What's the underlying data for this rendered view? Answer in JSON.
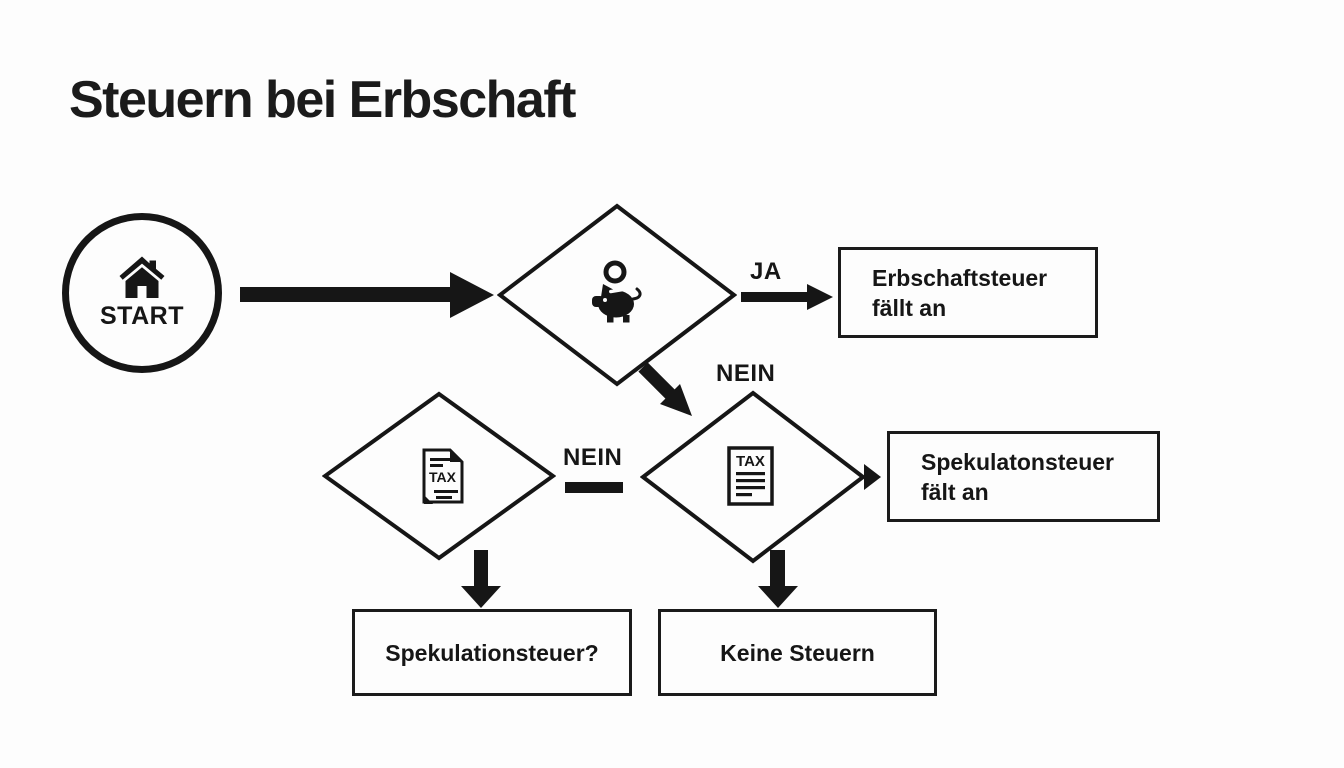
{
  "title": "Steuern bei Erbschaft",
  "flowchart": {
    "start": {
      "label": "START",
      "icon": "house"
    },
    "decision_inheritance": {
      "icon": "piggy-bank-with-coin"
    },
    "decision_speculation_left": {
      "icon": "tax-file",
      "icon_label": "TAX"
    },
    "decision_speculation_right": {
      "icon": "tax-document",
      "icon_label": "TAX"
    },
    "edge_labels": {
      "ja": "JA",
      "nein_diagonal": "NEIN",
      "nein_between": "NEIN"
    },
    "outcomes": {
      "erbschaftsteuer": {
        "line1": "Erbschaftsteuer",
        "line2": "fällt an"
      },
      "spekulationsteuer_an": {
        "line1": "Spekulatonsteuer",
        "line2": "fält an"
      },
      "spekulationsteuer_frage": {
        "label": "Spekulationsteuer?"
      },
      "keine_steuern": {
        "label": "Keine Steuern"
      }
    }
  },
  "colors": {
    "ink": "#161616",
    "background": "#fdfdfd"
  }
}
